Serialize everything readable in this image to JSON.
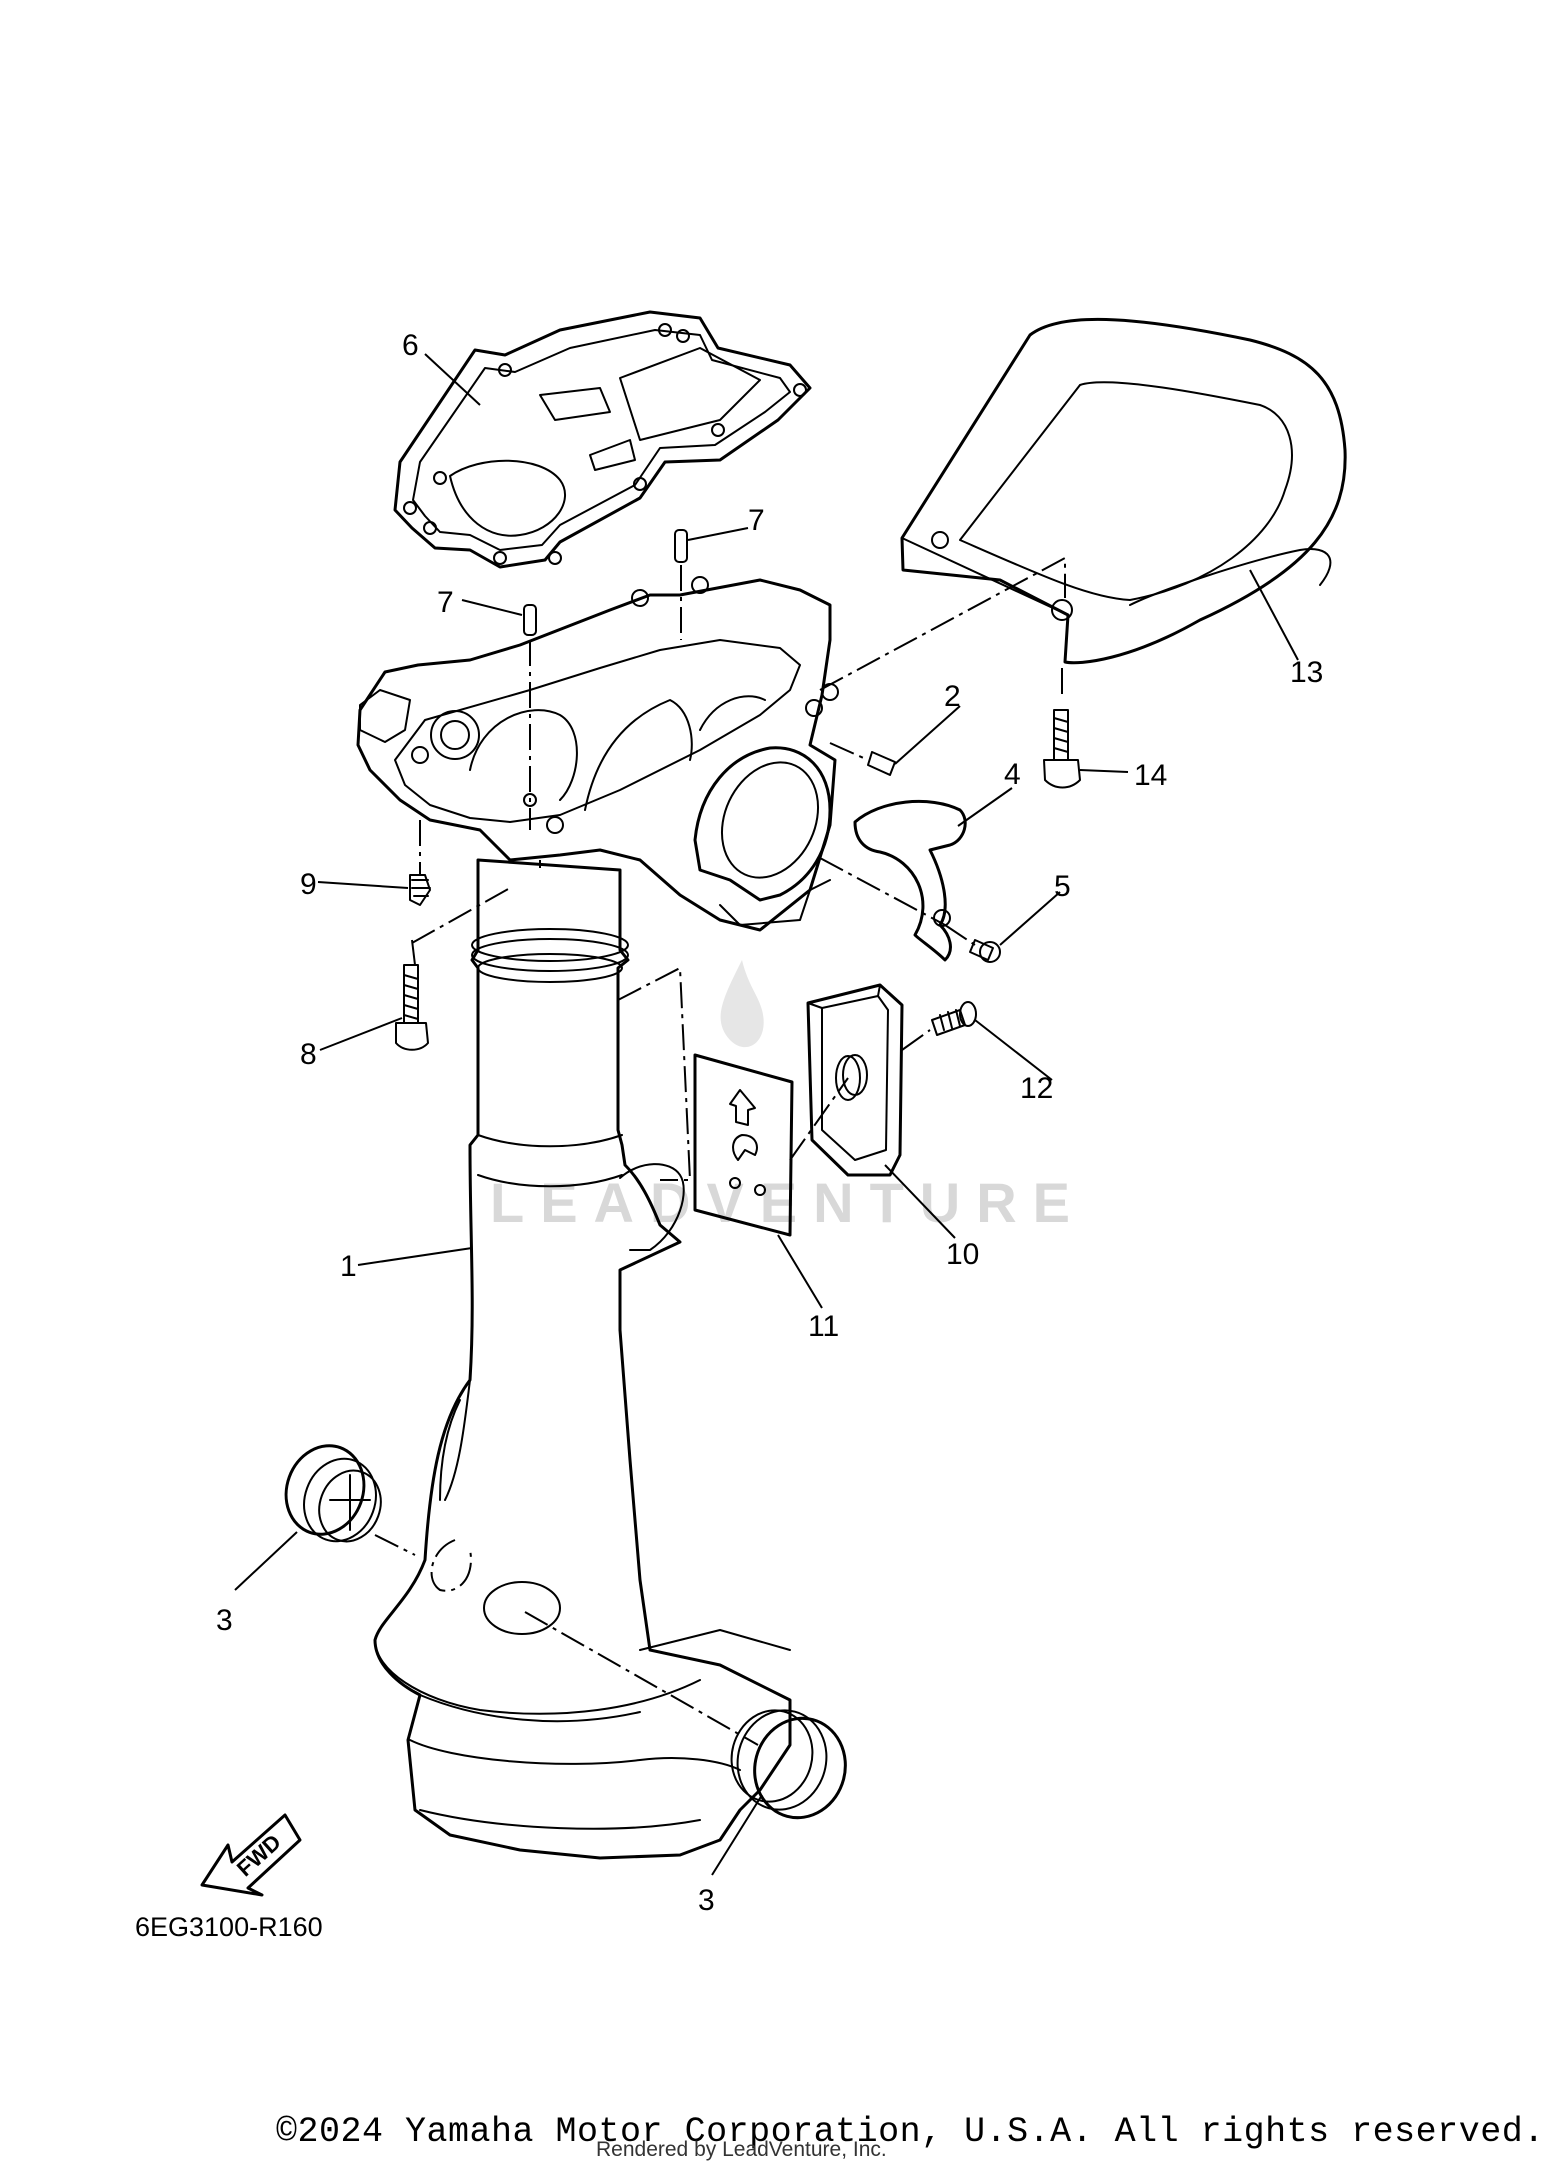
{
  "diagram": {
    "code": "6EG3100-R160",
    "watermark": "LEADVENTURE",
    "fwd_label": "FWD",
    "callouts": [
      {
        "id": "c6",
        "label": "6"
      },
      {
        "id": "c7a",
        "label": "7"
      },
      {
        "id": "c7b",
        "label": "7"
      },
      {
        "id": "c13",
        "label": "13"
      },
      {
        "id": "c2",
        "label": "2"
      },
      {
        "id": "c4",
        "label": "4"
      },
      {
        "id": "c14",
        "label": "14"
      },
      {
        "id": "c5",
        "label": "5"
      },
      {
        "id": "c9",
        "label": "9"
      },
      {
        "id": "c8",
        "label": "8"
      },
      {
        "id": "c12",
        "label": "12"
      },
      {
        "id": "c10",
        "label": "10"
      },
      {
        "id": "c1",
        "label": "1"
      },
      {
        "id": "c11",
        "label": "11"
      },
      {
        "id": "c3a",
        "label": "3"
      },
      {
        "id": "c3b",
        "label": "3"
      }
    ]
  },
  "footer": {
    "copyright": "©2024 Yamaha Motor Corporation, U.S.A. All rights reserved.",
    "rendered_by": "Rendered by LeadVenture, Inc."
  }
}
